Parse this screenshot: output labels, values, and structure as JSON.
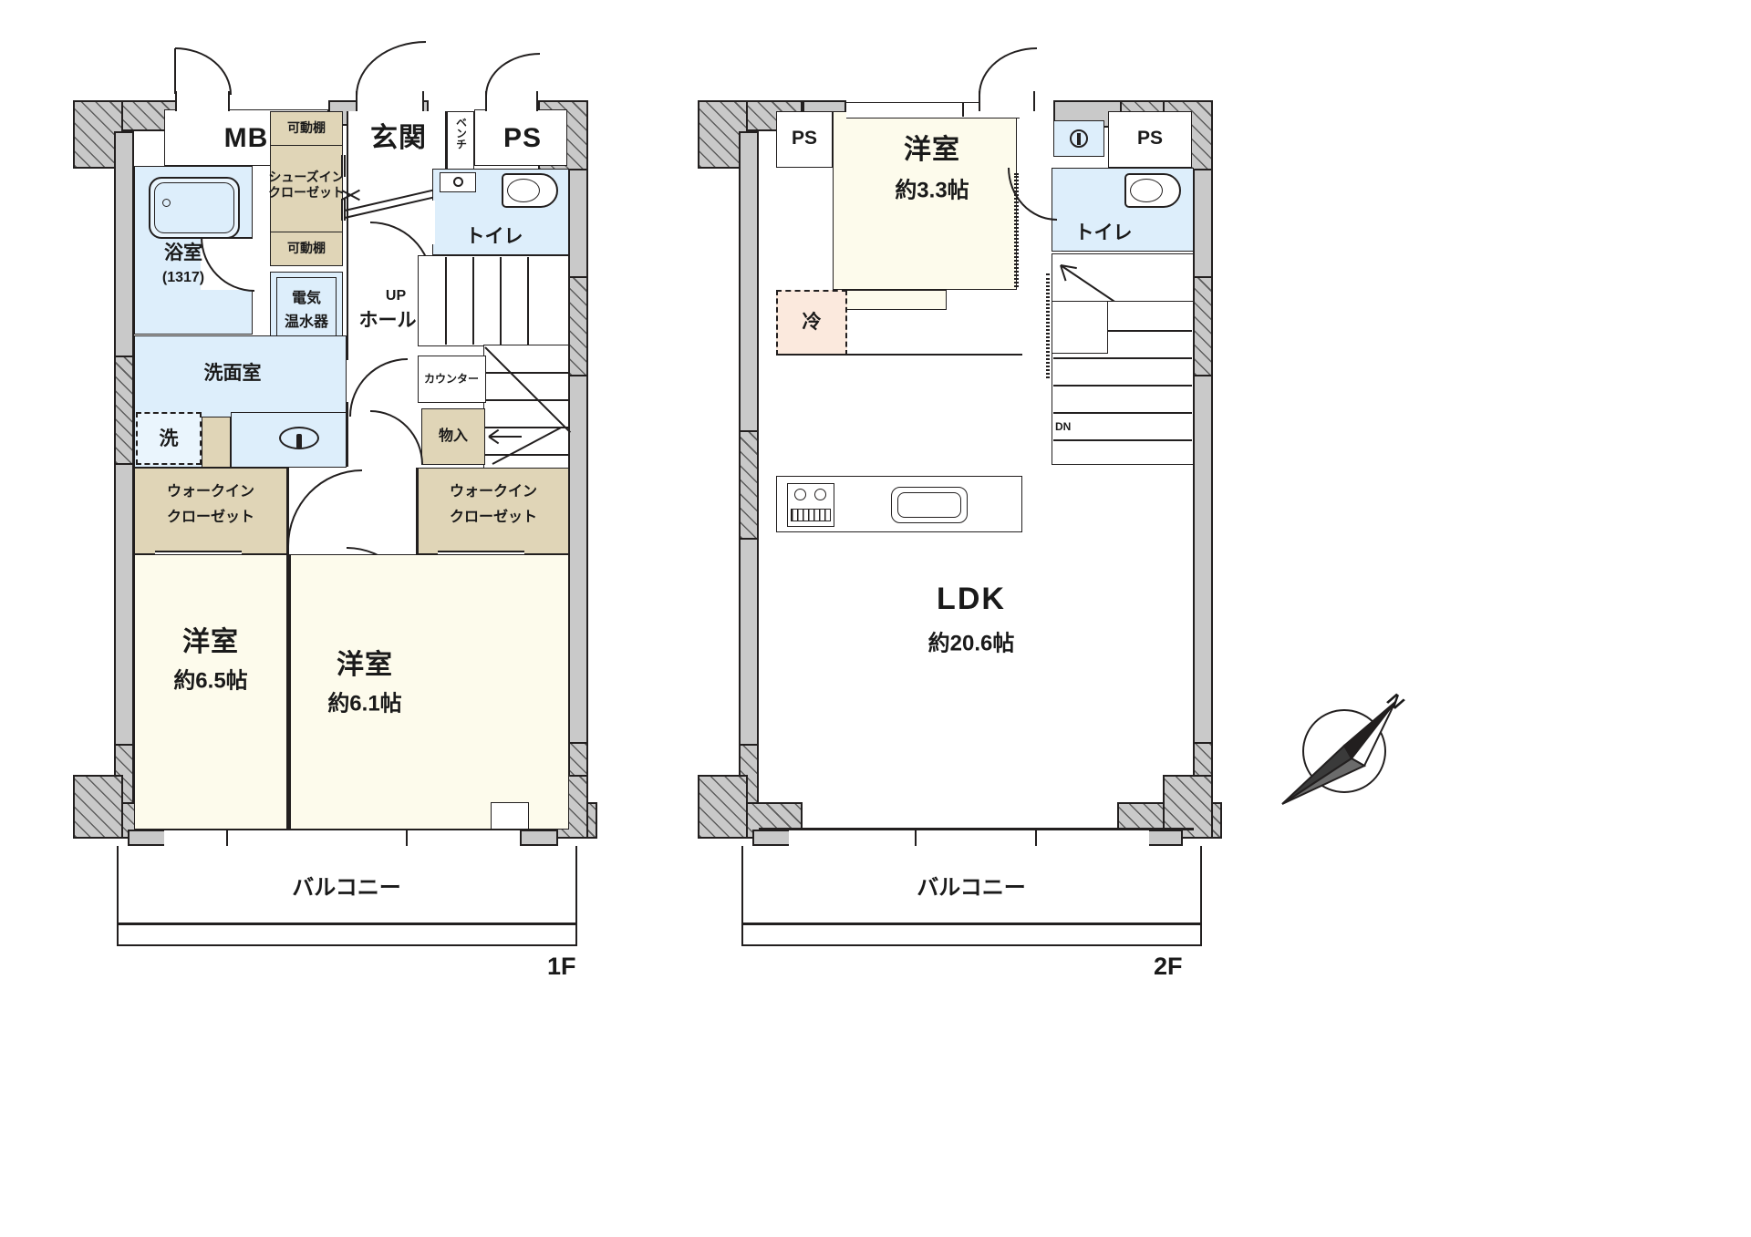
{
  "plan": {
    "floor1_tag": "1F",
    "floor2_tag": "2F",
    "compass_label": "N"
  },
  "floor1": {
    "rooms": [
      {
        "name": "meter-box",
        "label": "MB"
      },
      {
        "name": "bathroom",
        "label": "浴室",
        "sub": "(1317)"
      },
      {
        "name": "shoes-in-closet",
        "label": "シューズイン\nクローゼット",
        "line1": "シューズイン",
        "line2": "クローゼット"
      },
      {
        "name": "movable-shelf-top",
        "label": "可動棚"
      },
      {
        "name": "movable-shelf-bottom",
        "label": "可動棚"
      },
      {
        "name": "entrance",
        "label": "玄関"
      },
      {
        "name": "bench",
        "label": "ベンチ"
      },
      {
        "name": "pipe-shaft",
        "label": "PS"
      },
      {
        "name": "toilet",
        "label": "トイレ"
      },
      {
        "name": "electric-water-heater",
        "line1": "電気",
        "line2": "温水器"
      },
      {
        "name": "hall",
        "label": "ホール"
      },
      {
        "name": "stair-up",
        "label": "UP"
      },
      {
        "name": "counter",
        "label": "カウンター"
      },
      {
        "name": "washroom",
        "label": "洗面室"
      },
      {
        "name": "washing-machine",
        "label": "洗"
      },
      {
        "name": "storage",
        "label": "物入"
      },
      {
        "name": "walk-in-closet-left",
        "line1": "ウォークイン",
        "line2": "クローゼット"
      },
      {
        "name": "walk-in-closet-right",
        "line1": "ウォークイン",
        "line2": "クローゼット"
      },
      {
        "name": "bedroom-left",
        "label": "洋室",
        "area": "約6.5帖"
      },
      {
        "name": "bedroom-right",
        "label": "洋室",
        "area": "約6.1帖"
      },
      {
        "name": "balcony",
        "label": "バルコニー"
      }
    ]
  },
  "floor2": {
    "rooms": [
      {
        "name": "pipe-shaft-left",
        "label": "PS"
      },
      {
        "name": "pipe-shaft-right",
        "label": "PS"
      },
      {
        "name": "bedroom",
        "label": "洋室",
        "area": "約3.3帖"
      },
      {
        "name": "refrigerator",
        "label": "冷"
      },
      {
        "name": "toilet",
        "label": "トイレ"
      },
      {
        "name": "stair-down",
        "label": "DN"
      },
      {
        "name": "living-dining-kitchen",
        "label": "LDK",
        "area": "約20.6帖"
      },
      {
        "name": "balcony",
        "label": "バルコニー"
      }
    ]
  },
  "colors": {
    "room_cream": "#fdfbec",
    "ldk_peach": "#fbe9dd",
    "wet_blue": "#ddeefb",
    "closet_tan": "#e0d5b7",
    "wall_grey": "#c9c9c9",
    "stroke": "#221f1f"
  }
}
